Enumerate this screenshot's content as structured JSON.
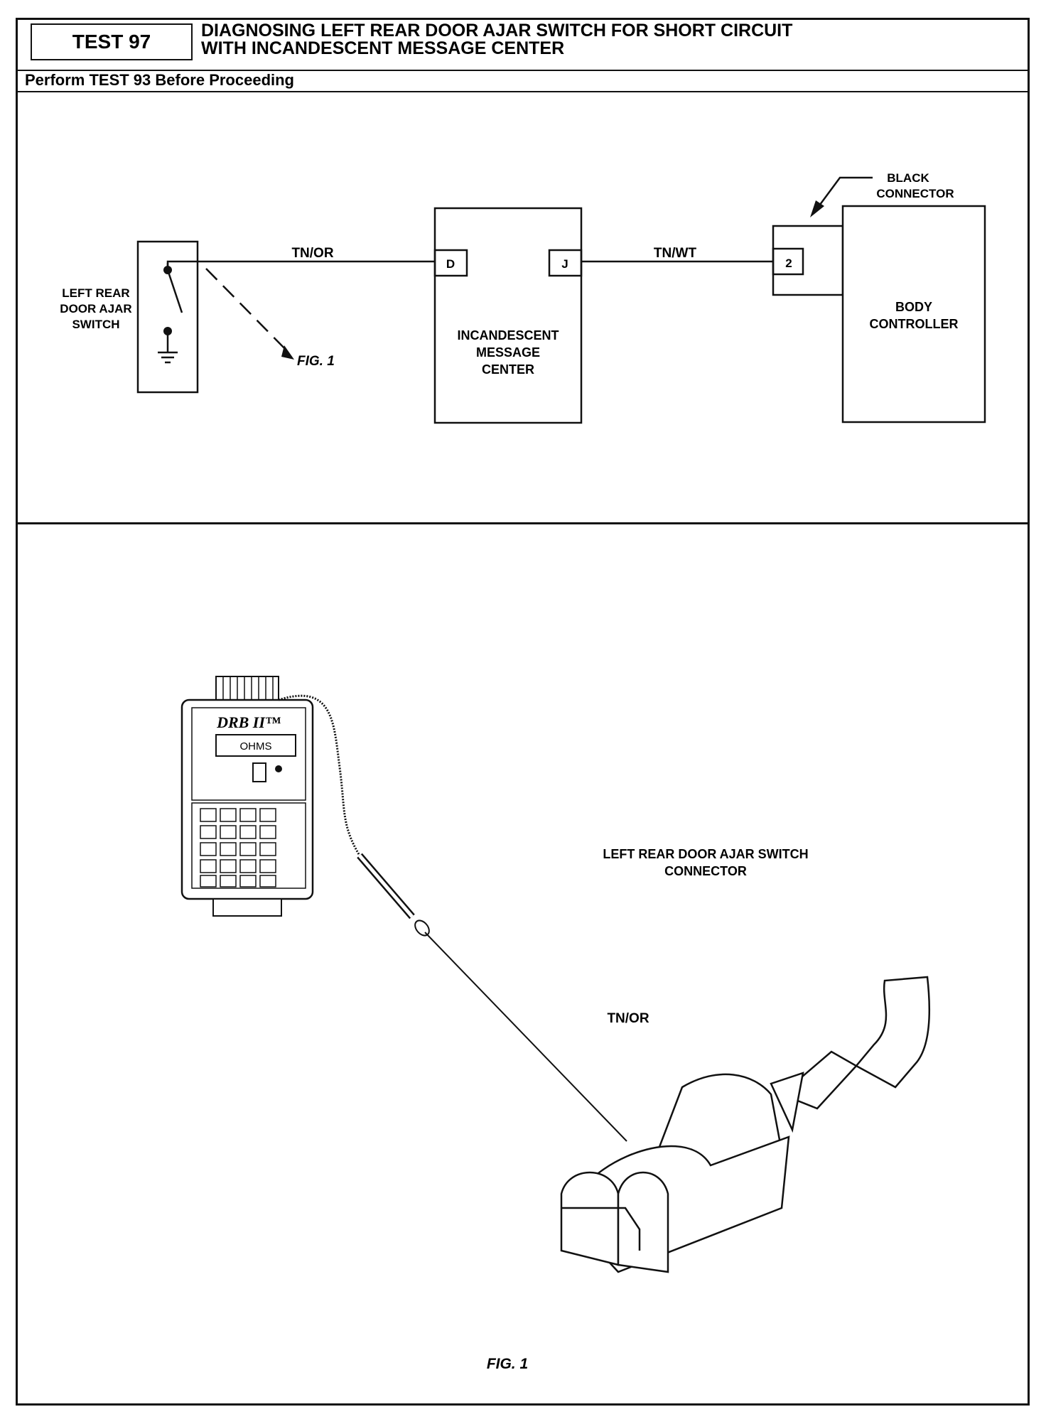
{
  "header": {
    "test_label": "TEST 97",
    "title_line1": "DIAGNOSING LEFT REAR DOOR AJAR SWITCH FOR SHORT CIRCUIT",
    "title_line2": "WITH INCANDESCENT MESSAGE CENTER",
    "prerequisite": "Perform TEST 93 Before Proceeding"
  },
  "schematic": {
    "switch_label": [
      "LEFT REAR",
      "DOOR AJAR",
      "SWITCH"
    ],
    "wire1": "TN/OR",
    "fig_ref": "FIG. 1",
    "message_center_pin_d": "D",
    "message_center_pin_j": "J",
    "message_center_label": [
      "INCANDESCENT",
      "MESSAGE",
      "CENTER"
    ],
    "wire2": "TN/WT",
    "connector_callout": [
      "BLACK",
      "CONNECTOR"
    ],
    "controller_pin": "2",
    "controller_label": [
      "BODY",
      "CONTROLLER"
    ]
  },
  "figure": {
    "tester_brand": "DRB II™",
    "tester_display": "OHMS",
    "connector_label": [
      "LEFT REAR DOOR AJAR SWITCH",
      "CONNECTOR"
    ],
    "wire_label": "TN/OR",
    "caption": "FIG. 1"
  }
}
